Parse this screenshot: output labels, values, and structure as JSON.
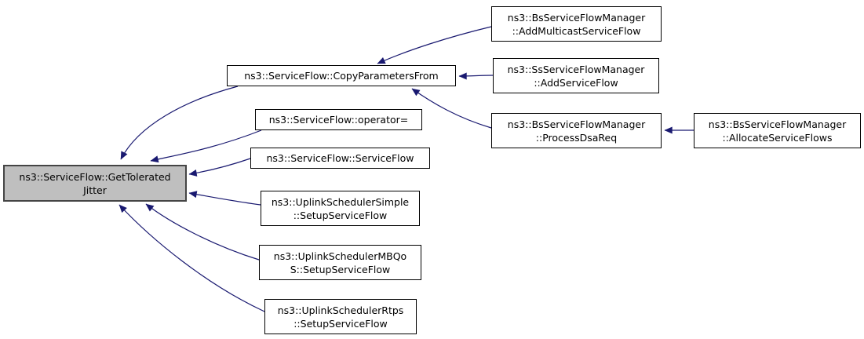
{
  "diagram": {
    "kind": "doxygen-caller-graph",
    "colors": {
      "background": "#ffffff",
      "edge": "#191970",
      "node_border": "#000000",
      "node_fill": "#ffffff",
      "highlight_node_fill": "#bfbfbf",
      "highlight_node_border": "#454545",
      "text": "#000000"
    },
    "nodes": [
      {
        "id": "get-tolerated-jitter",
        "label": "ns3::ServiceFlow::GetTolerated\nJitter",
        "highlighted": true
      },
      {
        "id": "copy-parameters-from",
        "label": "ns3::ServiceFlow::CopyParametersFrom",
        "highlighted": false
      },
      {
        "id": "operator-assign",
        "label": "ns3::ServiceFlow::operator=",
        "highlighted": false
      },
      {
        "id": "service-flow-ctor",
        "label": "ns3::ServiceFlow::ServiceFlow",
        "highlighted": false
      },
      {
        "id": "uplink-simple-setup",
        "label": "ns3::UplinkSchedulerSimple\n::SetupServiceFlow",
        "highlighted": false
      },
      {
        "id": "uplink-mbqos-setup",
        "label": "ns3::UplinkSchedulerMBQo\nS::SetupServiceFlow",
        "highlighted": false
      },
      {
        "id": "uplink-rtps-setup",
        "label": "ns3::UplinkSchedulerRtps\n::SetupServiceFlow",
        "highlighted": false
      },
      {
        "id": "bs-add-multicast",
        "label": "ns3::BsServiceFlowManager\n::AddMulticastServiceFlow",
        "highlighted": false
      },
      {
        "id": "ss-add-service-flow",
        "label": "ns3::SsServiceFlowManager\n::AddServiceFlow",
        "highlighted": false
      },
      {
        "id": "bs-process-dsa-req",
        "label": "ns3::BsServiceFlowManager\n::ProcessDsaReq",
        "highlighted": false
      },
      {
        "id": "bs-allocate-service-flows",
        "label": "ns3::BsServiceFlowManager\n::AllocateServiceFlows",
        "highlighted": false
      }
    ],
    "edges": [
      {
        "from": "copy-parameters-from",
        "to": "get-tolerated-jitter"
      },
      {
        "from": "operator-assign",
        "to": "get-tolerated-jitter"
      },
      {
        "from": "service-flow-ctor",
        "to": "get-tolerated-jitter"
      },
      {
        "from": "uplink-simple-setup",
        "to": "get-tolerated-jitter"
      },
      {
        "from": "uplink-mbqos-setup",
        "to": "get-tolerated-jitter"
      },
      {
        "from": "uplink-rtps-setup",
        "to": "get-tolerated-jitter"
      },
      {
        "from": "bs-add-multicast",
        "to": "copy-parameters-from"
      },
      {
        "from": "ss-add-service-flow",
        "to": "copy-parameters-from"
      },
      {
        "from": "bs-process-dsa-req",
        "to": "copy-parameters-from"
      },
      {
        "from": "bs-allocate-service-flows",
        "to": "bs-process-dsa-req"
      }
    ]
  }
}
